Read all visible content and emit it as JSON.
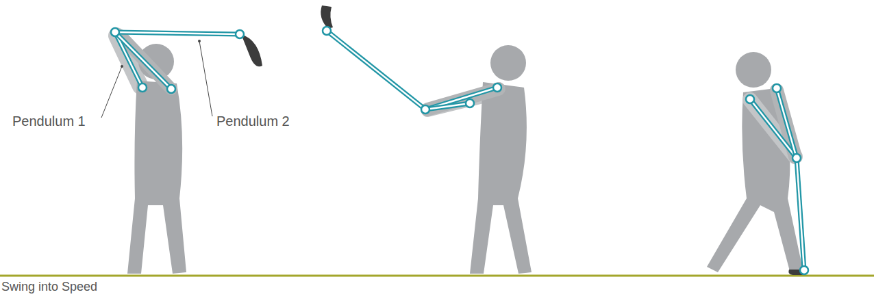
{
  "diagram": {
    "caption": "Swing into Speed",
    "labels": [
      "Pendulum 1",
      "Pendulum 2"
    ]
  }
}
